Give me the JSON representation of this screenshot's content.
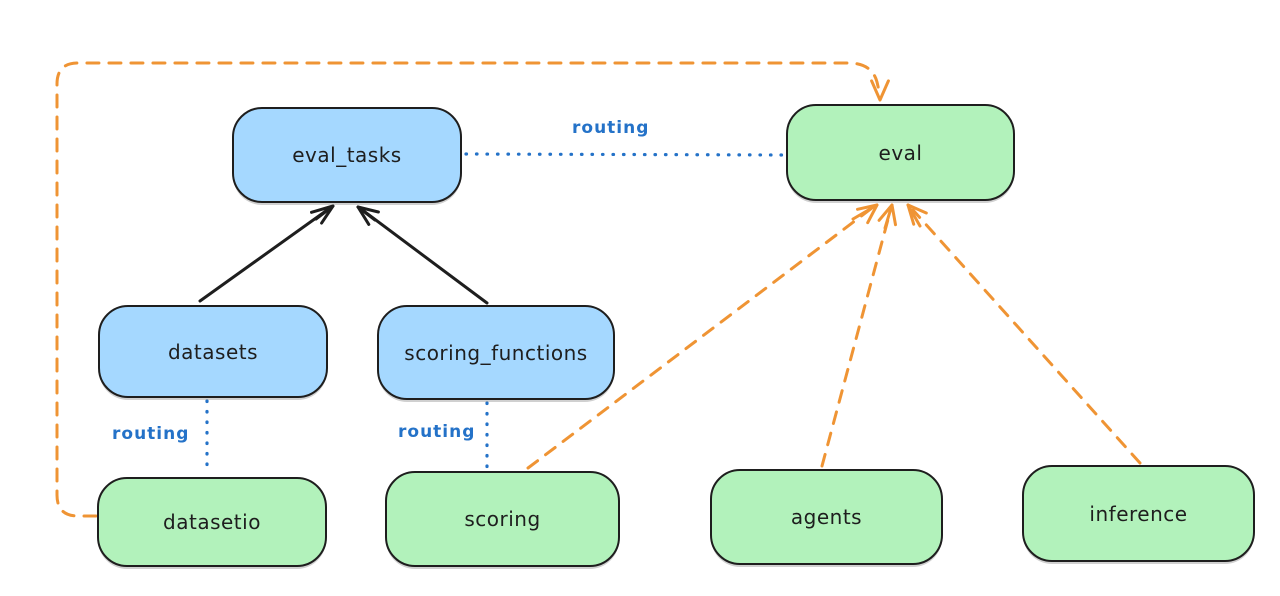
{
  "diagram": {
    "style": "hand-drawn-flowchart",
    "background": "#ffffff",
    "colors": {
      "api_node_fill": "#a5d8ff",
      "provider_node_fill": "#b2f2bb",
      "node_border": "#1e1e1e",
      "solid_edge": "#1e1e1e",
      "routing_edge": "#2472c8",
      "dependency_edge": "#ef9434"
    },
    "nodes": {
      "eval_tasks": {
        "label": "eval_tasks",
        "kind": "api"
      },
      "eval": {
        "label": "eval",
        "kind": "provider"
      },
      "datasets": {
        "label": "datasets",
        "kind": "api"
      },
      "scoring_functions": {
        "label": "scoring_functions",
        "kind": "api"
      },
      "datasetio": {
        "label": "datasetio",
        "kind": "provider"
      },
      "scoring": {
        "label": "scoring",
        "kind": "provider"
      },
      "agents": {
        "label": "agents",
        "kind": "provider"
      },
      "inference": {
        "label": "inference",
        "kind": "provider"
      }
    },
    "edges": [
      {
        "from": "datasets",
        "to": "eval_tasks",
        "style": "solid",
        "color": "black",
        "label": ""
      },
      {
        "from": "scoring_functions",
        "to": "eval_tasks",
        "style": "solid",
        "color": "black",
        "label": ""
      },
      {
        "from": "eval_tasks",
        "to": "eval",
        "style": "dotted",
        "color": "blue",
        "label": "routing"
      },
      {
        "from": "datasets",
        "to": "datasetio",
        "style": "dotted",
        "color": "blue",
        "label": "routing"
      },
      {
        "from": "scoring_functions",
        "to": "scoring",
        "style": "dotted",
        "color": "blue",
        "label": "routing"
      },
      {
        "from": "datasetio",
        "to": "eval",
        "style": "dashed",
        "color": "orange",
        "label": ""
      },
      {
        "from": "scoring",
        "to": "eval",
        "style": "dashed",
        "color": "orange",
        "label": ""
      },
      {
        "from": "agents",
        "to": "eval",
        "style": "dashed",
        "color": "orange",
        "label": ""
      },
      {
        "from": "inference",
        "to": "eval",
        "style": "dashed",
        "color": "orange",
        "label": ""
      }
    ]
  }
}
